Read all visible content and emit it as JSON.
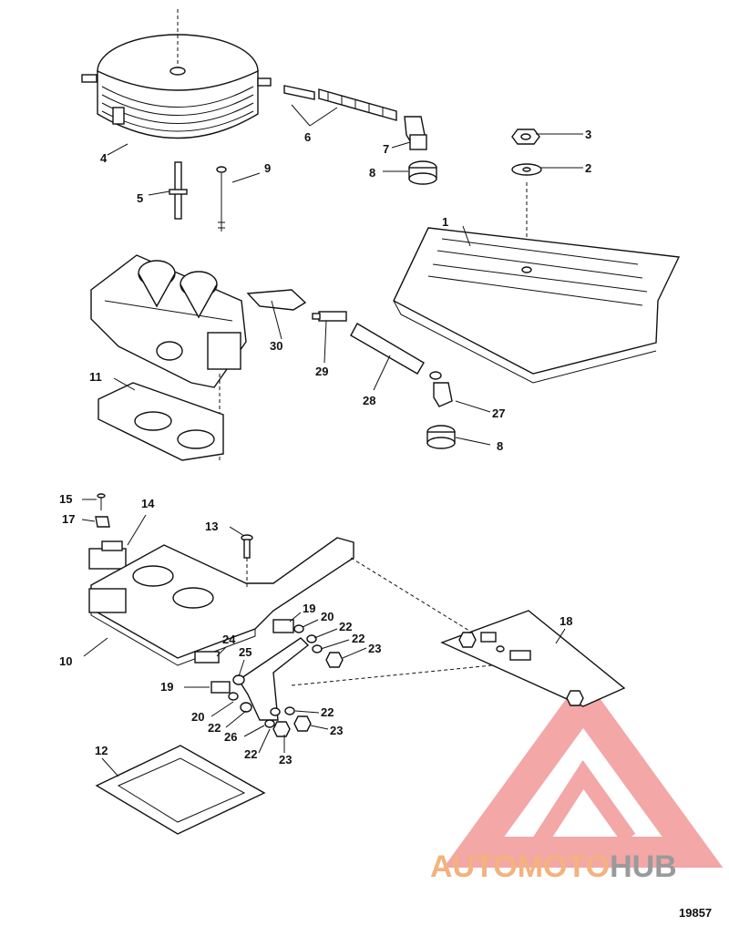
{
  "callouts": {
    "c1": "1",
    "c2": "2",
    "c3": "3",
    "c4": "4",
    "c5": "5",
    "c6": "6",
    "c7": "7",
    "c8a": "8",
    "c8b": "8",
    "c9": "9",
    "c10": "10",
    "c11": "11",
    "c12": "12",
    "c13": "13",
    "c14": "14",
    "c15": "15",
    "c17": "17",
    "c18": "18",
    "c19a": "19",
    "c19b": "19",
    "c20a": "20",
    "c20b": "20",
    "c22a": "22",
    "c22b": "22",
    "c22c": "22",
    "c22d": "22",
    "c22e": "22",
    "c23a": "23",
    "c23b": "23",
    "c23c": "23",
    "c24": "24",
    "c25": "25",
    "c26": "26",
    "c27": "27",
    "c28": "28",
    "c29": "29",
    "c30": "30"
  },
  "reference_number": "19857",
  "watermark": {
    "text_part1": "AUTOMOTO",
    "text_part2": "HUB",
    "color_part1": "#f3b27e",
    "color_part2": "#9a9a9a",
    "logo_color": "#f08a8a"
  }
}
